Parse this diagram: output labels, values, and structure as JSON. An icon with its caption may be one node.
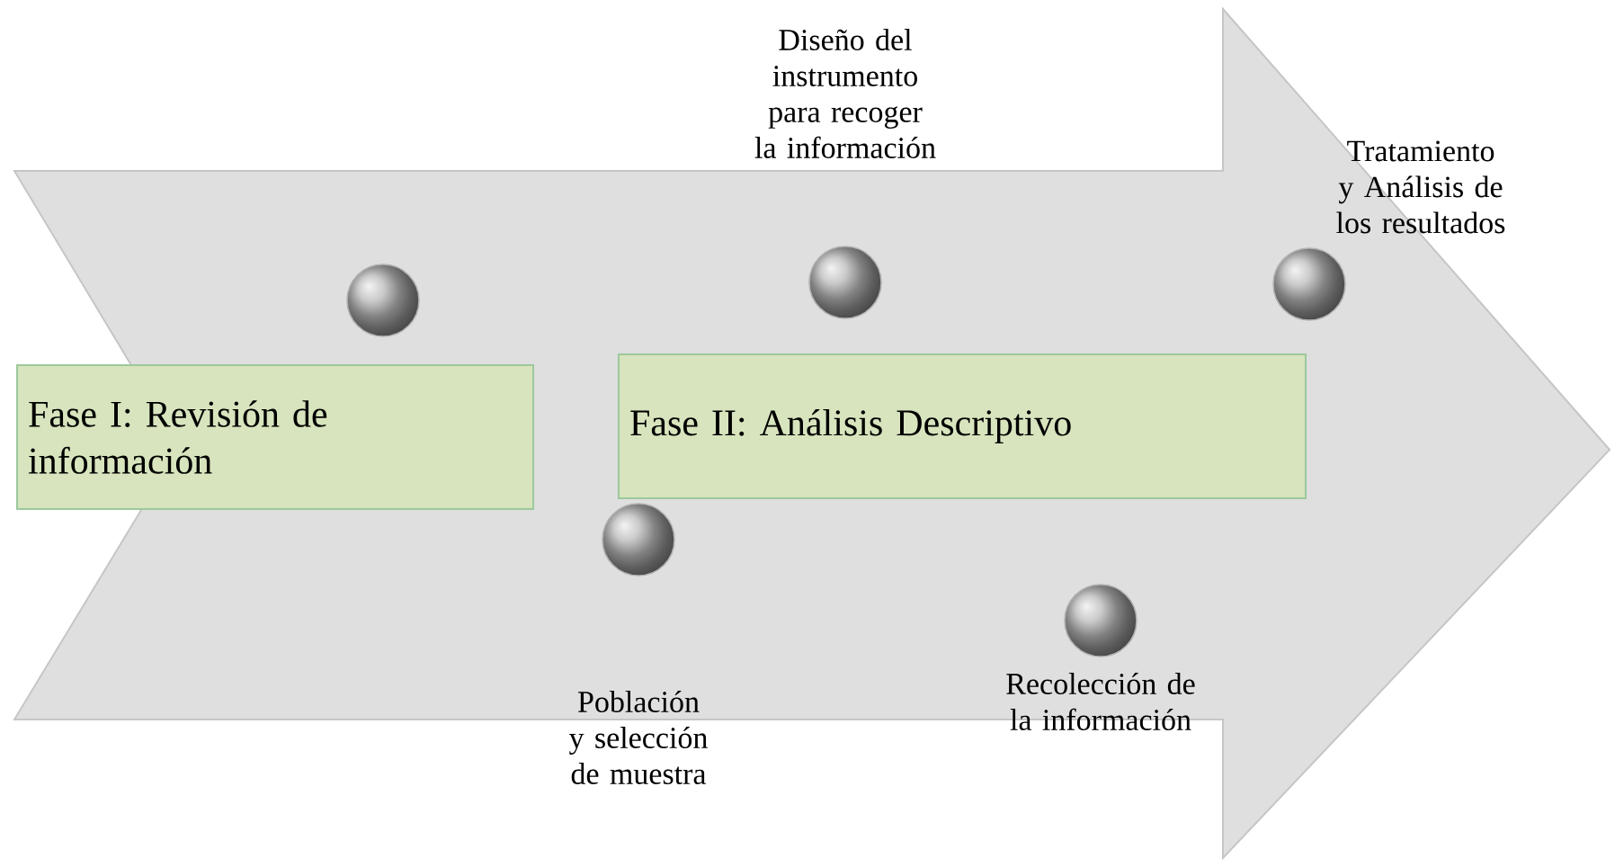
{
  "diagram": {
    "nodes": [
      {
        "text": [],
        "shape": "arrow"
      },
      {
        "text": [
          "Fase I: Revisión de información"
        ],
        "in": 0
      },
      {
        "text": [
          "Fase II: Análisis Descriptivo"
        ],
        "in": 0
      },
      {
        "text": [],
        "shape": "circle",
        "in": 0
      },
      {
        "text": [],
        "shape": "circle",
        "in": 0,
        "beside": [
          "Población y selección de muestra"
        ]
      },
      {
        "text": [],
        "shape": "circle",
        "in": 0,
        "beside": [
          "Diseño del instrumento para recoger la información"
        ]
      },
      {
        "text": [],
        "shape": "circle",
        "in": 0,
        "beside": [
          "Recolección de la información"
        ]
      },
      {
        "text": [],
        "shape": "circle",
        "in": 0,
        "beside": [
          "Tratamiento y Análisis de los resultados"
        ]
      }
    ]
  }
}
